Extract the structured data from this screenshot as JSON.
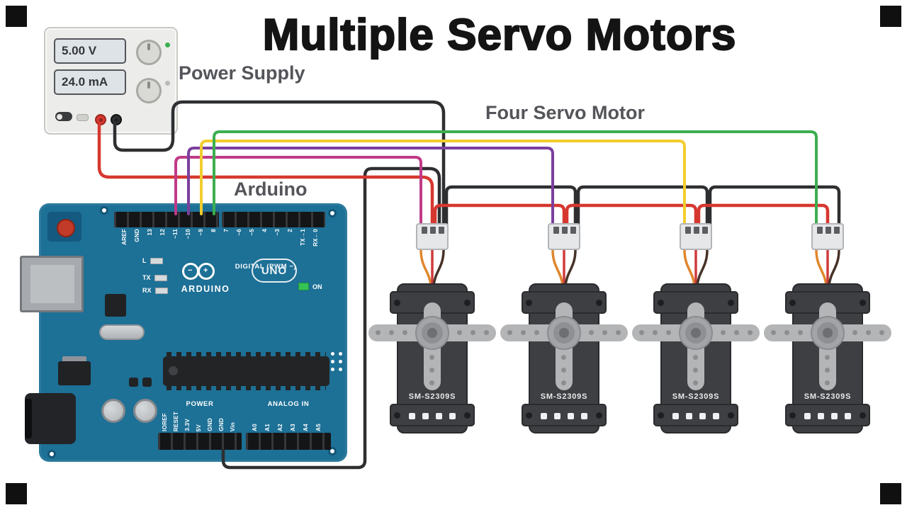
{
  "page": {
    "title": "Multiple Servo Motors",
    "power_supply_label": "Power Supply",
    "four_servo_label": "Four Servo Motor",
    "arduino_label": "Arduino"
  },
  "power_supply": {
    "voltage_display": "5.00 V",
    "current_display": "24.0 mA"
  },
  "arduino": {
    "brand": "ARDUINO",
    "model": "UNO",
    "digital_section_label": "DIGITAL (PWM ~)",
    "power_section_label": "POWER",
    "analog_section_label": "ANALOG IN",
    "led_l_label": "L",
    "led_tx_label": "TX",
    "led_rx_label": "RX",
    "on_label": "ON",
    "digital_pins": [
      "AREF",
      "GND",
      "13",
      "12",
      "~11",
      "~10",
      "~9",
      "8",
      "7",
      "~6",
      "~5",
      "4",
      "~3",
      "2",
      "TX→1",
      "RX←0"
    ],
    "power_pins": [
      "IOREF",
      "RESET",
      "3.3V",
      "5V",
      "GND",
      "GND",
      "Vin"
    ],
    "analog_pins": [
      "A0",
      "A1",
      "A2",
      "A3",
      "A4",
      "A5"
    ]
  },
  "servos": [
    {
      "label": "SM-S2309S"
    },
    {
      "label": "SM-S2309S"
    },
    {
      "label": "SM-S2309S"
    },
    {
      "label": "SM-S2309S"
    }
  ],
  "wires": {
    "red": "#d6382f",
    "black": "#2e2f31",
    "green": "#3cae4f",
    "yellow": "#f2cd2e",
    "purple": "#7b3f9e",
    "magenta": "#c03a87"
  }
}
